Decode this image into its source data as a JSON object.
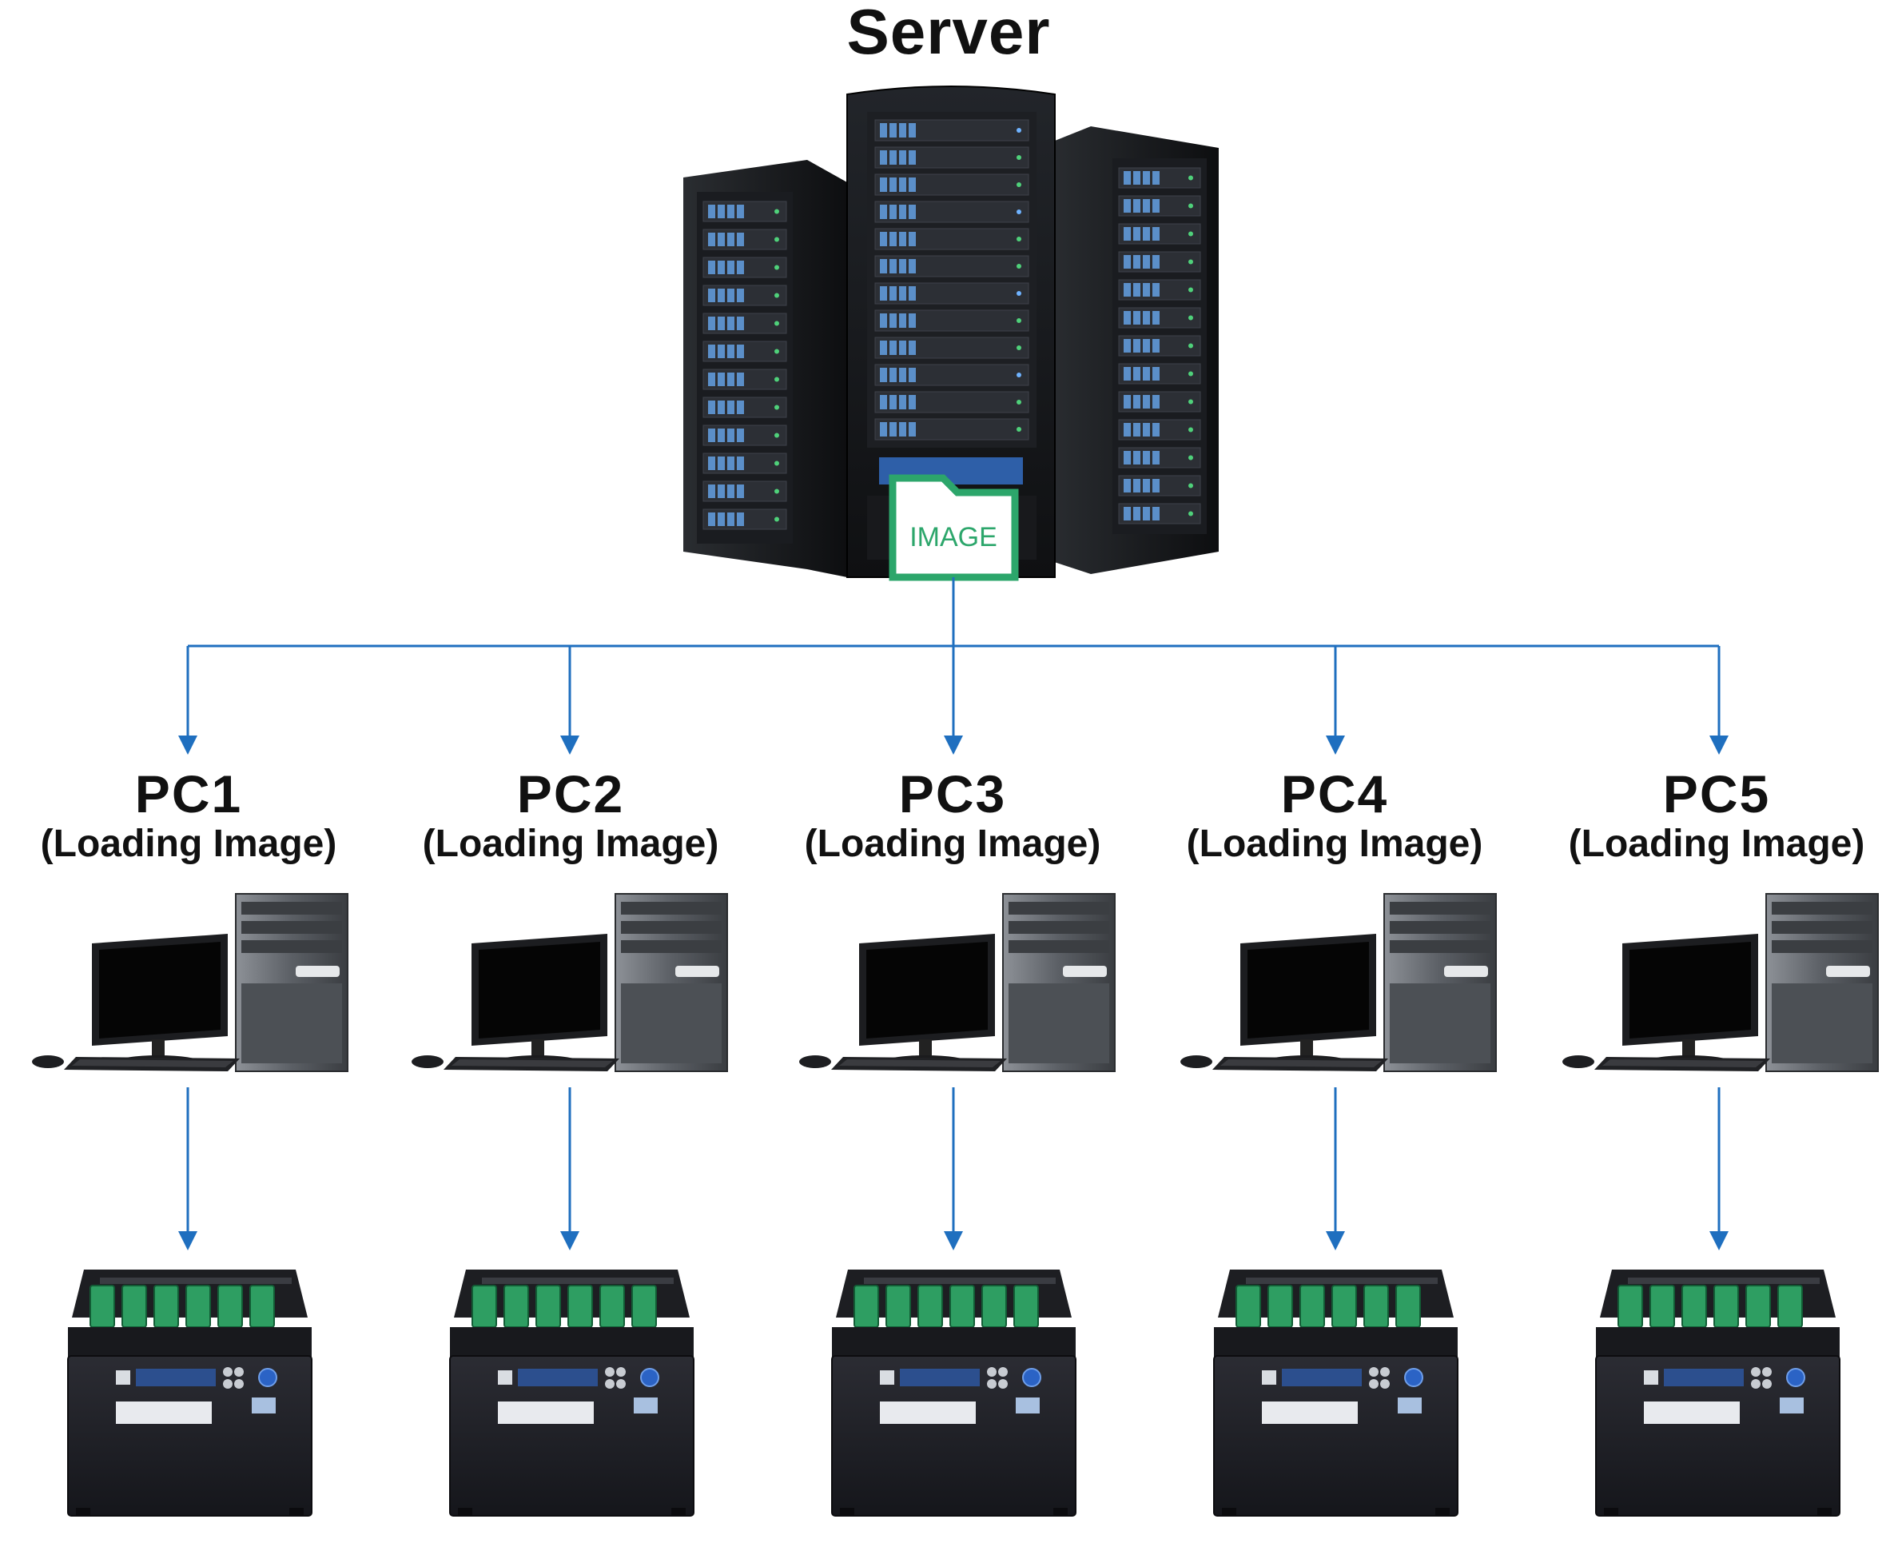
{
  "server": {
    "title": "Server",
    "image_label": "IMAGE"
  },
  "pcs": [
    {
      "name": "PC1",
      "status": "(Loading Image)"
    },
    {
      "name": "PC2",
      "status": "(Loading Image)"
    },
    {
      "name": "PC3",
      "status": "(Loading Image)"
    },
    {
      "name": "PC4",
      "status": "(Loading Image)"
    },
    {
      "name": "PC5",
      "status": "(Loading Image)"
    }
  ],
  "colors": {
    "connector": "#1f6fbf",
    "image_badge": "#2ca66b",
    "duplicator_slots": "#2e9e62",
    "rack_body": "#15171a"
  },
  "icons": [
    "server-rack-icon",
    "image-file-icon",
    "desktop-computer-icon",
    "disk-duplicator-icon"
  ]
}
